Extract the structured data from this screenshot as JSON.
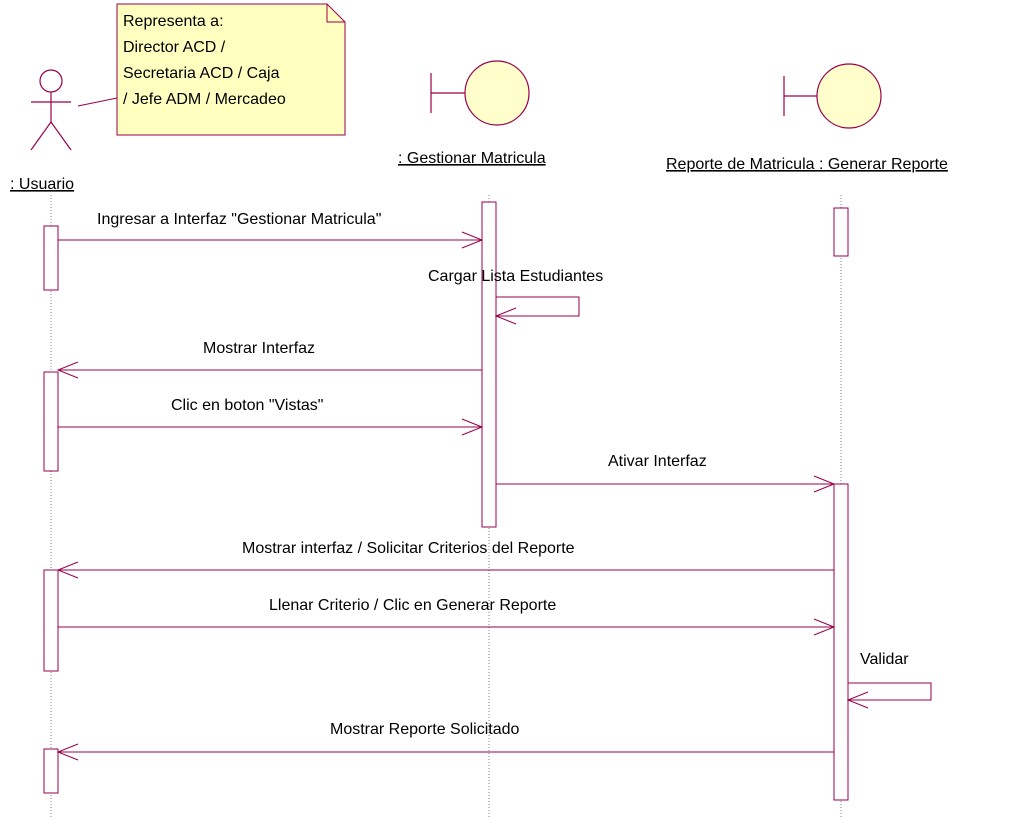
{
  "colors": {
    "line": "#99004c",
    "lifeline": "#808080",
    "note_fill": "#ffffc0",
    "note_stroke": "#99004c",
    "boundary_fill": "#ffffcc"
  },
  "note": {
    "lines": [
      "Representa a:",
      "Director ACD /",
      "Secretaria ACD / Caja",
      "/ Jefe ADM / Mercadeo"
    ]
  },
  "participants": [
    {
      "id": "usuario",
      "kind": "actor",
      "label": ": Usuario"
    },
    {
      "id": "gestionar",
      "kind": "boundary",
      "label": ": Gestionar Matricula"
    },
    {
      "id": "reporte",
      "kind": "boundary",
      "label": "Reporte de Matricula : Generar Reporte"
    }
  ],
  "messages": [
    {
      "from": "usuario",
      "to": "gestionar",
      "label": "Ingresar a Interfaz \"Gestionar Matricula\""
    },
    {
      "from": "gestionar",
      "to": "gestionar",
      "label": "Cargar Lista Estudiantes"
    },
    {
      "from": "gestionar",
      "to": "usuario",
      "label": "Mostrar Interfaz"
    },
    {
      "from": "usuario",
      "to": "gestionar",
      "label": "Clic en boton \"Vistas\""
    },
    {
      "from": "gestionar",
      "to": "reporte",
      "label": "Ativar Interfaz"
    },
    {
      "from": "reporte",
      "to": "usuario",
      "label": "Mostrar interfaz / Solicitar Criterios del Reporte"
    },
    {
      "from": "usuario",
      "to": "reporte",
      "label": "Llenar Criterio / Clic en Generar Reporte"
    },
    {
      "from": "reporte",
      "to": "reporte",
      "label": "Validar"
    },
    {
      "from": "reporte",
      "to": "usuario",
      "label": "Mostrar Reporte Solicitado"
    }
  ]
}
